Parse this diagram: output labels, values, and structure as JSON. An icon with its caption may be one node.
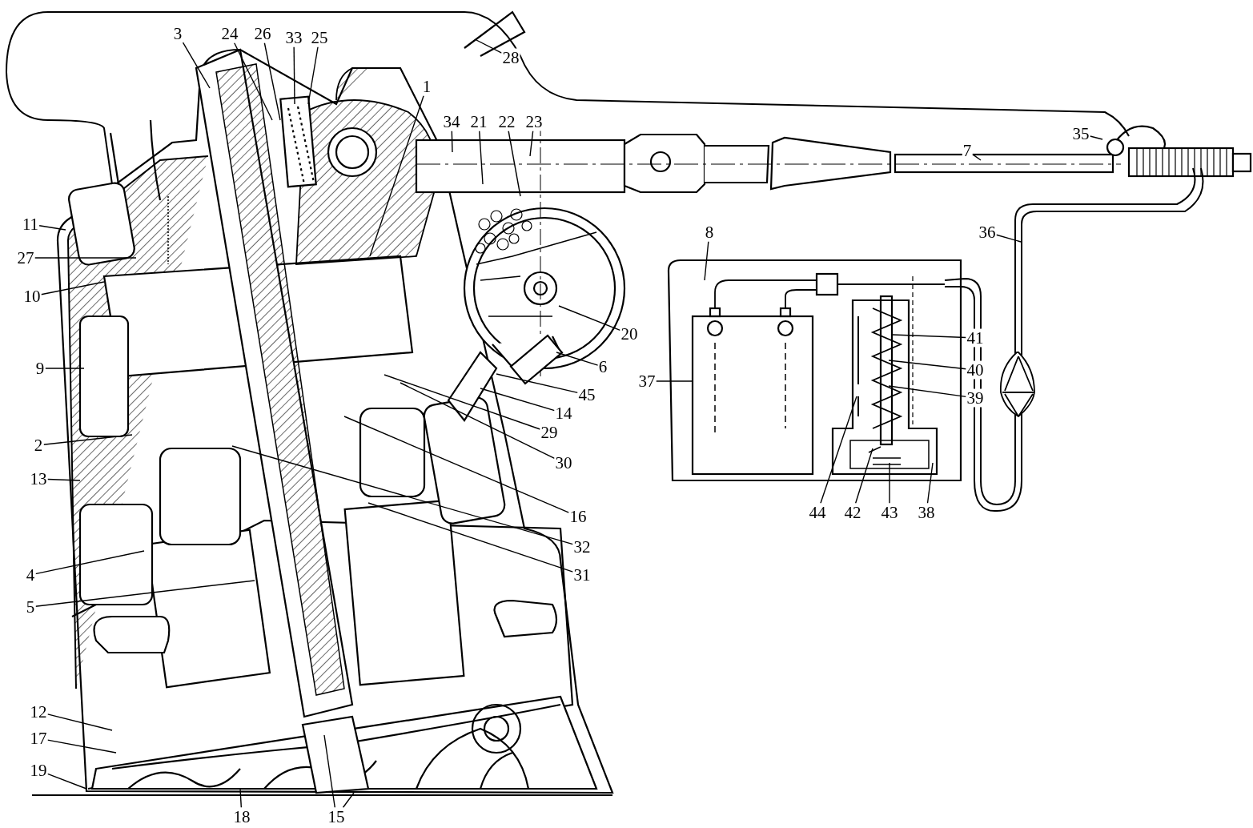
{
  "diagram": {
    "nodes": [
      {
        "text": [
          "3"
        ]
      },
      {
        "text": [
          "24"
        ]
      },
      {
        "text": [
          "26"
        ]
      },
      {
        "text": [
          "33"
        ]
      },
      {
        "text": [
          "25"
        ]
      },
      {
        "text": [
          "28"
        ]
      },
      {
        "text": [
          "1"
        ]
      },
      {
        "text": [
          "34"
        ]
      },
      {
        "text": [
          "21"
        ]
      },
      {
        "text": [
          "22"
        ]
      },
      {
        "text": [
          "23"
        ]
      },
      {
        "text": [
          "7"
        ]
      },
      {
        "text": [
          "35"
        ]
      },
      {
        "text": [
          "8"
        ]
      },
      {
        "text": [
          "36"
        ]
      },
      {
        "text": [
          "11"
        ]
      },
      {
        "text": [
          "27"
        ]
      },
      {
        "text": [
          "10"
        ]
      },
      {
        "text": [
          "9"
        ]
      },
      {
        "text": [
          "20"
        ]
      },
      {
        "text": [
          "6"
        ]
      },
      {
        "text": [
          "45"
        ]
      },
      {
        "text": [
          "14"
        ]
      },
      {
        "text": [
          "29"
        ]
      },
      {
        "text": [
          "30"
        ]
      },
      {
        "text": [
          "37"
        ]
      },
      {
        "text": [
          "41"
        ]
      },
      {
        "text": [
          "40"
        ]
      },
      {
        "text": [
          "39"
        ]
      },
      {
        "text": [
          "2"
        ]
      },
      {
        "text": [
          "13"
        ]
      },
      {
        "text": [
          "16"
        ]
      },
      {
        "text": [
          "32"
        ]
      },
      {
        "text": [
          "31"
        ]
      },
      {
        "text": [
          "44"
        ]
      },
      {
        "text": [
          "42"
        ]
      },
      {
        "text": [
          "43"
        ]
      },
      {
        "text": [
          "38"
        ]
      },
      {
        "text": [
          "4"
        ]
      },
      {
        "text": [
          "5"
        ]
      },
      {
        "text": [
          "12"
        ]
      },
      {
        "text": [
          "17"
        ]
      },
      {
        "text": [
          "19"
        ]
      },
      {
        "text": [
          "18"
        ]
      },
      {
        "text": [
          "15"
        ]
      }
    ],
    "edges": [
      {
        "from": 0,
        "to": null,
        "arrow": "none"
      },
      {
        "from": 1,
        "to": null,
        "arrow": "none"
      },
      {
        "from": 2,
        "to": null,
        "arrow": "none"
      },
      {
        "from": 3,
        "to": null,
        "arrow": "none"
      },
      {
        "from": 4,
        "to": null,
        "arrow": "none"
      },
      {
        "from": 5,
        "to": null,
        "arrow": "none"
      },
      {
        "from": 6,
        "to": null,
        "arrow": "none"
      },
      {
        "from": 7,
        "to": null,
        "arrow": "none"
      },
      {
        "from": 8,
        "to": null,
        "arrow": "none"
      },
      {
        "from": 9,
        "to": null,
        "arrow": "none"
      },
      {
        "from": 10,
        "to": null,
        "arrow": "none"
      },
      {
        "from": 11,
        "to": null,
        "arrow": "none"
      },
      {
        "from": 12,
        "to": null,
        "arrow": "none"
      },
      {
        "from": 13,
        "to": null,
        "arrow": "none"
      },
      {
        "from": 14,
        "to": null,
        "arrow": "none"
      },
      {
        "from": 15,
        "to": null,
        "arrow": "none"
      },
      {
        "from": 16,
        "to": null,
        "arrow": "none"
      },
      {
        "from": 17,
        "to": null,
        "arrow": "none"
      },
      {
        "from": 18,
        "to": null,
        "arrow": "none"
      },
      {
        "from": 19,
        "to": null,
        "arrow": "none"
      },
      {
        "from": 20,
        "to": null,
        "arrow": "none"
      },
      {
        "from": 21,
        "to": null,
        "arrow": "none"
      },
      {
        "from": 22,
        "to": null,
        "arrow": "none"
      },
      {
        "from": 23,
        "to": null,
        "arrow": "none"
      },
      {
        "from": 24,
        "to": null,
        "arrow": "none"
      },
      {
        "from": 25,
        "to": null,
        "arrow": "none"
      },
      {
        "from": 26,
        "to": null,
        "arrow": "none"
      },
      {
        "from": 27,
        "to": null,
        "arrow": "none"
      },
      {
        "from": 28,
        "to": null,
        "arrow": "none"
      },
      {
        "from": 29,
        "to": null,
        "arrow": "none"
      },
      {
        "from": 30,
        "to": null,
        "arrow": "none"
      },
      {
        "from": 31,
        "to": null,
        "arrow": "none"
      },
      {
        "from": 32,
        "to": null,
        "arrow": "none"
      },
      {
        "from": 33,
        "to": null,
        "arrow": "none"
      },
      {
        "from": 34,
        "to": null,
        "arrow": "none"
      },
      {
        "from": 35,
        "to": null,
        "arrow": "none"
      },
      {
        "from": 36,
        "to": null,
        "arrow": "none"
      },
      {
        "from": 37,
        "to": null,
        "arrow": "none"
      },
      {
        "from": 38,
        "to": null,
        "arrow": "none"
      },
      {
        "from": 39,
        "to": null,
        "arrow": "none"
      },
      {
        "from": 40,
        "to": null,
        "arrow": "none"
      },
      {
        "from": 41,
        "to": null,
        "arrow": "none"
      },
      {
        "from": 42,
        "to": null,
        "arrow": "none"
      },
      {
        "from": 43,
        "to": null,
        "arrow": "none"
      },
      {
        "from": 44,
        "to": null,
        "arrow": "none"
      },
      {
        "from": 44,
        "to": null,
        "arrow": "none"
      }
    ]
  }
}
